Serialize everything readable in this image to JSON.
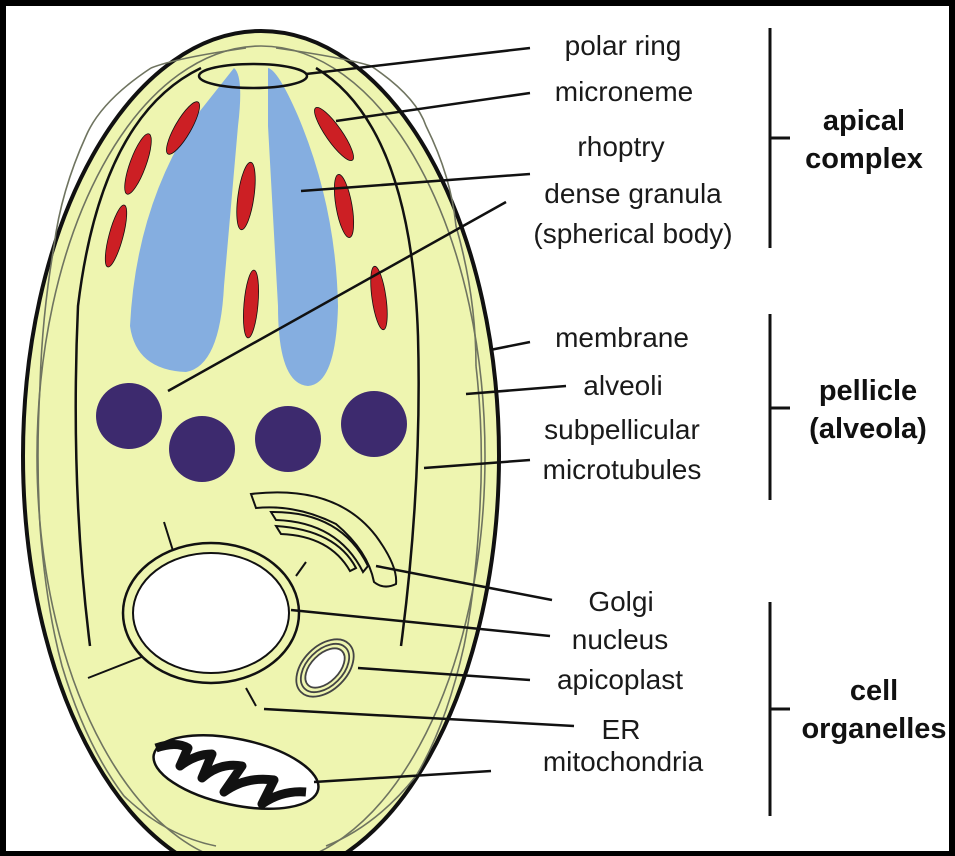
{
  "labels": {
    "polar_ring": "polar ring",
    "microneme": "microneme",
    "rhoptry": "rhoptry",
    "dense_granula_1": "dense granula",
    "dense_granula_2": "(spherical body)",
    "membrane": "membrane",
    "alveoli": "alveoli",
    "subpellicular_1": "subpellicular",
    "subpellicular_2": "microtubules",
    "golgi": "Golgi",
    "nucleus": "nucleus",
    "apicoplast": "apicoplast",
    "er": "ER",
    "mitochondria": "mitochondria"
  },
  "groups": {
    "apical_1": "apical",
    "apical_2": "complex",
    "pellicle_1": "pellicle",
    "pellicle_2": "(alveola)",
    "cell_1": "cell",
    "cell_2": "organelles"
  },
  "colors": {
    "cytoplasm": "#eef5b0",
    "outline": "#111111",
    "rhoptry": "#85aee0",
    "microneme": "#cc1f24",
    "dense_granule": "#3d2a6e",
    "nucleus": "#ffffff",
    "membrane_line": "#6f7460"
  }
}
